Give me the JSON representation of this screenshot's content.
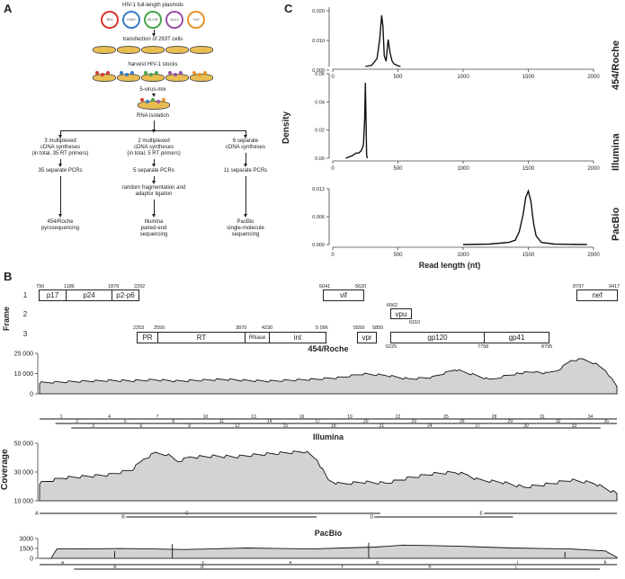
{
  "panels": {
    "a": "A",
    "b": "B",
    "c": "C"
  },
  "panelA": {
    "title": "HIV-1 full-length plasmids",
    "plasmids": [
      {
        "label": "89.6",
        "color": "#d43a2f"
      },
      {
        "label": "HXB2",
        "color": "#3b7cc4"
      },
      {
        "label": "JR-CSF",
        "color": "#4aa54a"
      },
      {
        "label": "NL4-3",
        "color": "#9b4fa6"
      },
      {
        "label": "YU2",
        "color": "#e8962a"
      }
    ],
    "step1": "transfection of 293T cells",
    "step2": "harvest HIV-1 stocks",
    "step3": "5-virus-mix",
    "step4": "RNA isolation",
    "col1": {
      "synth": "3 multiplexed\ncDNA syntheses\n(in total, 35 RT primers)",
      "pcr": "35 separate PCRs",
      "final": "454/Roche\npyrosequencing"
    },
    "col2": {
      "synth": "2 multiplexed\ncDNA syntheses\n(in total, 5 RT primers)",
      "pcr": "5 separate  PCRs",
      "frag": "random fragmentation and\nadaptor ligation",
      "final": "Illumina\npaired-end\nsequencing"
    },
    "col3": {
      "synth": "6 separate\ncDNA syntheses",
      "pcr": "11 separate PCRs",
      "final": "PacBio\nsingle-molecule\nsequencing"
    }
  },
  "panelB": {
    "frameLabel": "Frame",
    "frames": [
      "1",
      "2",
      "3"
    ],
    "genes": [
      {
        "name": "p17",
        "start": "790"
      },
      {
        "name": "p24",
        "start": "1186"
      },
      {
        "name": "p2-p6",
        "start": "1879",
        "end": "2292"
      },
      {
        "name": "vif",
        "start": "5041",
        "end": "5620"
      },
      {
        "name": "nef",
        "start": "8797",
        "end": "9417"
      },
      {
        "name": "vpu",
        "start": "6062",
        "end": "6310"
      },
      {
        "name": "PR",
        "start": "2253"
      },
      {
        "name": "RT",
        "start": "2550"
      },
      {
        "name": "RNase",
        "start": "3870"
      },
      {
        "name": "int",
        "start": "4230",
        "end": "5 096"
      },
      {
        "name": "vpr",
        "start": "5559",
        "end": "5850"
      },
      {
        "name": "gp120",
        "start": "6225"
      },
      {
        "name": "gp41",
        "start": "7758",
        "end": "8795"
      }
    ],
    "coverageLabel": "Coverage",
    "tracks": [
      {
        "name": "454/Roche",
        "yticks": [
          "25 000",
          "10 000",
          "0"
        ],
        "ymax": 25000,
        "profile": [
          [
            0,
            7500
          ],
          [
            4,
            8000
          ],
          [
            8,
            8500
          ],
          [
            12,
            9000
          ],
          [
            16,
            8800
          ],
          [
            20,
            9500
          ],
          [
            24,
            8600
          ],
          [
            28,
            9200
          ],
          [
            32,
            9800
          ],
          [
            36,
            9000
          ],
          [
            40,
            8600
          ],
          [
            44,
            9300
          ],
          [
            48,
            9900
          ],
          [
            52,
            11000
          ],
          [
            56,
            13500
          ],
          [
            60,
            12500
          ],
          [
            64,
            10000
          ],
          [
            68,
            11200
          ],
          [
            72,
            16500
          ],
          [
            76,
            12000
          ],
          [
            78,
            9500
          ],
          [
            80,
            11500
          ],
          [
            83,
            14000
          ],
          [
            86,
            15000
          ],
          [
            88,
            13800
          ],
          [
            90,
            16500
          ],
          [
            92,
            22500
          ],
          [
            94,
            23500
          ],
          [
            96,
            21000
          ],
          [
            98,
            16000
          ],
          [
            100,
            5000
          ]
        ]
      },
      {
        "name": "Illumina",
        "yticks": [
          "50 000",
          "30 000",
          "10 000"
        ],
        "ymax": 52000,
        "profile": [
          [
            0,
            17000
          ],
          [
            4,
            22000
          ],
          [
            8,
            23500
          ],
          [
            12,
            25000
          ],
          [
            16,
            30000
          ],
          [
            18,
            40000
          ],
          [
            20,
            46000
          ],
          [
            22,
            45000
          ],
          [
            24,
            38000
          ],
          [
            26,
            42000
          ],
          [
            30,
            43000
          ],
          [
            34,
            42500
          ],
          [
            38,
            44500
          ],
          [
            42,
            46000
          ],
          [
            46,
            47500
          ],
          [
            48,
            40000
          ],
          [
            50,
            20000
          ],
          [
            52,
            16000
          ],
          [
            56,
            18000
          ],
          [
            60,
            17000
          ],
          [
            64,
            22000
          ],
          [
            68,
            26000
          ],
          [
            72,
            27500
          ],
          [
            74,
            25000
          ],
          [
            76,
            20000
          ],
          [
            80,
            18000
          ],
          [
            84,
            13000
          ],
          [
            88,
            16000
          ],
          [
            92,
            20000
          ],
          [
            96,
            17000
          ],
          [
            100,
            7000
          ]
        ]
      },
      {
        "name": "PacBio",
        "yticks": [
          "3000",
          "1500",
          "0"
        ],
        "ymax": 3300,
        "profile": [
          [
            0,
            0
          ],
          [
            2,
            0
          ],
          [
            3,
            1900
          ],
          [
            14,
            2000
          ],
          [
            25,
            1800
          ],
          [
            36,
            2100
          ],
          [
            47,
            1900
          ],
          [
            58,
            2300
          ],
          [
            63,
            2700
          ],
          [
            72,
            2500
          ],
          [
            82,
            2100
          ],
          [
            92,
            1900
          ],
          [
            98,
            1500
          ],
          [
            100,
            200
          ]
        ]
      }
    ],
    "amplicons454": [
      "1",
      "2",
      "3",
      "4",
      "5",
      "6",
      "7",
      "8",
      "9",
      "10",
      "11",
      "12",
      "13",
      "14",
      "15",
      "16",
      "17",
      "18",
      "19",
      "20",
      "21",
      "22",
      "23",
      "24",
      "25",
      "26",
      "27",
      "28",
      "29",
      "30",
      "31",
      "32",
      "33",
      "34",
      "35"
    ],
    "ampliconsIllumina": [
      "A",
      "B",
      "C",
      "D",
      "E"
    ],
    "ampliconsPacBio": [
      "a",
      "b",
      "c",
      "d",
      "e",
      "f",
      "g",
      "h",
      "i",
      "j",
      "k"
    ]
  },
  "panelC": {
    "ylabel": "Density",
    "xlabel": "Read length (nt)",
    "xticks": [
      "0",
      "500",
      "1000",
      "1500",
      "2000"
    ],
    "plots": [
      {
        "name": "454/Roche",
        "yticks": [
          "0.020",
          "0.010",
          "0.000"
        ]
      },
      {
        "name": "Illumina",
        "yticks": [
          "0.06",
          "0.04",
          "0.02",
          "0.00"
        ]
      },
      {
        "name": "PacBio",
        "yticks": [
          "0.012",
          "0.006",
          "0.000"
        ]
      }
    ]
  },
  "chart_data": [
    {
      "type": "line",
      "title": "454/Roche",
      "xlabel": "Read length (nt)",
      "ylabel": "Density",
      "xlim": [
        0,
        2000
      ],
      "ylim": [
        0,
        0.022
      ],
      "x": [
        250,
        300,
        340,
        360,
        375,
        385,
        395,
        410,
        425,
        440,
        455,
        470,
        490,
        520
      ],
      "y": [
        0,
        0.0005,
        0.003,
        0.01,
        0.019,
        0.015,
        0.004,
        0.002,
        0.01,
        0.005,
        0.002,
        0.001,
        0.0005,
        0
      ]
    },
    {
      "type": "line",
      "title": "Illumina",
      "xlabel": "Read length (nt)",
      "ylabel": "Density",
      "xlim": [
        0,
        2000
      ],
      "ylim": [
        0,
        0.065
      ],
      "x": [
        100,
        150,
        180,
        200,
        220,
        235,
        245,
        250,
        255,
        260,
        265
      ],
      "y": [
        0,
        0.002,
        0.004,
        0.004,
        0.006,
        0.01,
        0.03,
        0.058,
        0.03,
        0.002,
        0
      ]
    },
    {
      "type": "line",
      "title": "PacBio",
      "xlabel": "Read length (nt)",
      "ylabel": "Density",
      "xlim": [
        0,
        2000
      ],
      "ylim": [
        0,
        0.013
      ],
      "x": [
        1000,
        1200,
        1350,
        1400,
        1430,
        1460,
        1480,
        1500,
        1520,
        1540,
        1560,
        1600,
        1700,
        1950
      ],
      "y": [
        0,
        0.0001,
        0.0005,
        0.001,
        0.003,
        0.007,
        0.011,
        0.0125,
        0.01,
        0.005,
        0.002,
        0.0005,
        0.0001,
        0
      ]
    }
  ]
}
